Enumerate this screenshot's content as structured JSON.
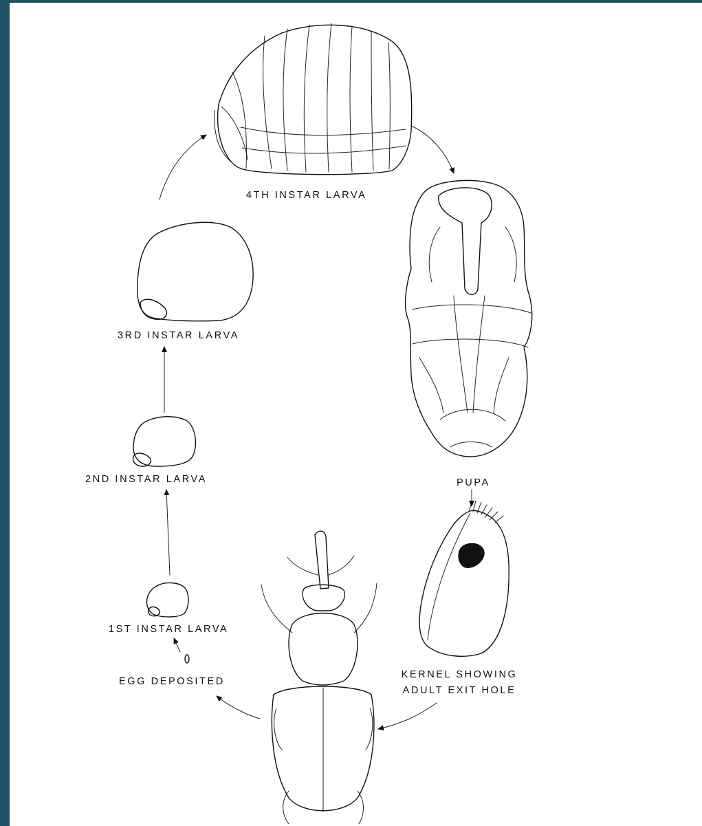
{
  "diagram": {
    "labels": {
      "fourth_instar": "4TH INSTAR LARVA",
      "third_instar": "3RD INSTAR LARVA",
      "second_instar": "2ND INSTAR LARVA",
      "first_instar": "1ST INSTAR LARVA",
      "egg": "EGG DEPOSITED",
      "pupa": "PUPA",
      "kernel_line1": "KERNEL SHOWING",
      "kernel_line2": "ADULT EXIT HOLE"
    }
  }
}
